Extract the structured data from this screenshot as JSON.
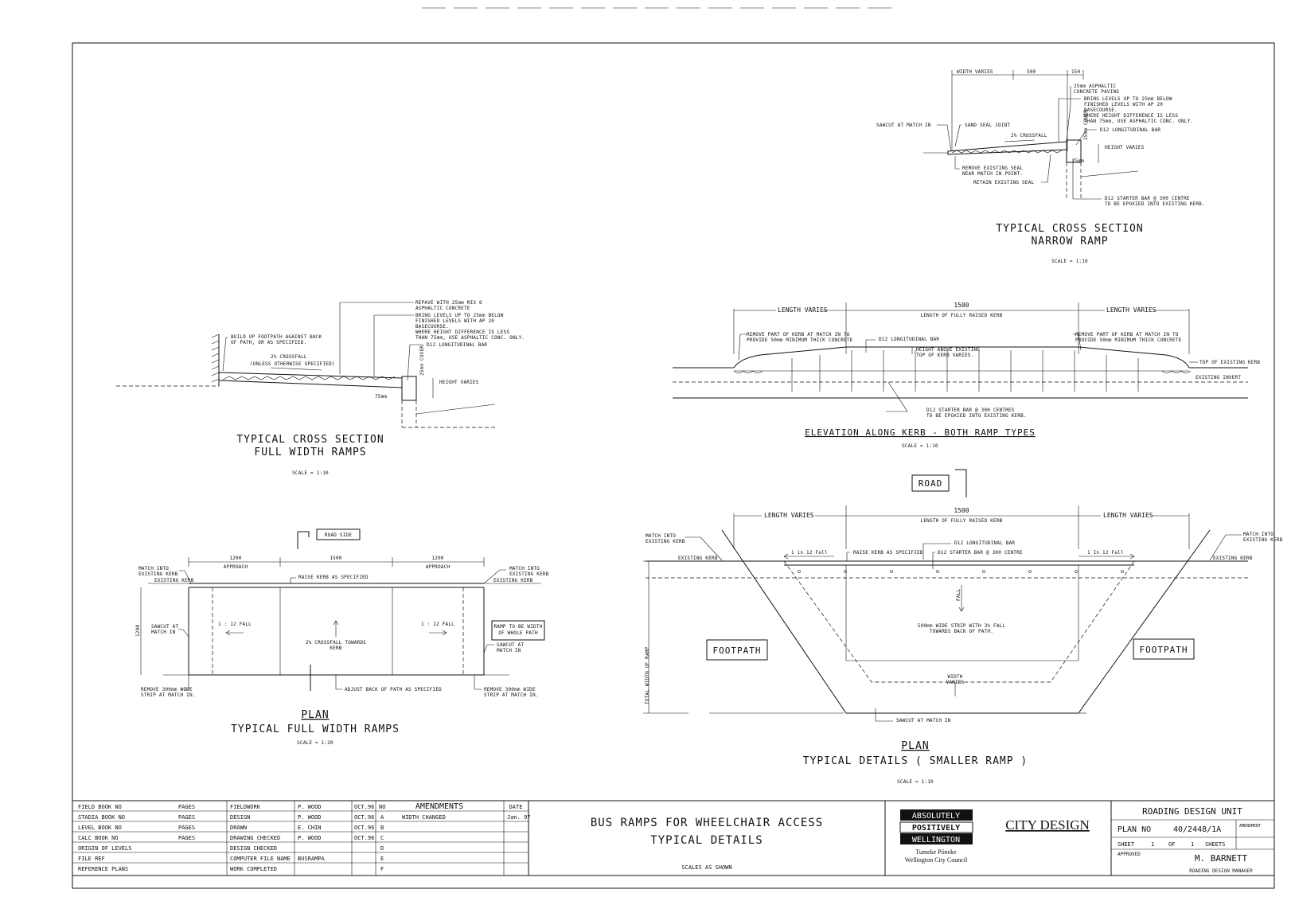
{
  "narrow_ramp": {
    "dim_width": "WIDTH VARIES",
    "dim_500": "500",
    "dim_150": "150",
    "note_asphaltic": "25mm ASPHALTIC",
    "note_asphaltic2": "CONCRETE PAVING",
    "note_bring1": "BRING LEVELS UP TO 25mm BELOW",
    "note_bring2": "FINISHED LEVELS WITH AP 20",
    "note_bring3": "BASECOURSE.",
    "note_bring4": "WHERE HEIGHT DIFFERENCE IS LESS",
    "note_bring5": "THAN 75mm, USE ASPHALTIC CONC. ONLY.",
    "note_bar": "D12 LONGITUDINAL BAR",
    "note_sawcut": "SAWCUT AT MATCH IN",
    "note_sandseal": "SAND SEAL JOINT",
    "note_crossfall": "2% CROSSFALL",
    "note_cover": "25mm COVER",
    "note_height": "HEIGHT VARIES",
    "note_75": "75mm",
    "note_remove1": "REMOVE EXISTING SEAL",
    "note_remove2": "NEAR MATCH IN POINT.",
    "note_retain": "RETAIN EXISTING SEAL",
    "note_starter1": "D12 STARTER BAR @ 300 CENTRE",
    "note_starter2": "TO BE EPOXIED INTO EXISTING KERB.",
    "title1": "TYPICAL CROSS SECTION",
    "title2": "NARROW RAMP",
    "scale": "SCALE = 1:10"
  },
  "full_section": {
    "note_repave1": "REPAVE WITH 25mm MIX 6",
    "note_repave2": "ASPHALTIC CONCRETE",
    "note_bring1": "BRING LEVELS UP TO 25mm BELOW",
    "note_bring2": "FINISHED LEVELS WITH AP 20",
    "note_bring3": "BASECOURSE.",
    "note_bring4": "WHERE HEIGHT DIFFERENCE IS LESS",
    "note_bring5": "THAN 75mm, USE ASPHALTIC CONC. ONLY.",
    "note_bar": "D12 LONGITUDINAL BAR",
    "note_build1": "BUILD UP FOOTPATH AGAINST BACK",
    "note_build2": "OF PATH, OR AS SPECIFIED.",
    "note_crossfall1": "2% CROSSFALL",
    "note_crossfall2": "(UNLESS OTHERWISE SPECIFIED)",
    "note_cover": "25mm COVER",
    "note_height": "HEIGHT VARIES",
    "note_75": "75mm",
    "title1": "TYPICAL CROSS SECTION",
    "title2": "FULL WIDTH RAMPS",
    "scale": "SCALE = 1:10"
  },
  "elevation": {
    "length_left": "LENGTH VARIES",
    "length_right": "LENGTH VARIES",
    "dim_1500": "1500",
    "dim_1500_label": "LENGTH OF FULLY RAISED KERB",
    "note_remove_l1": "REMOVE PART OF KERB AT MATCH IN TO",
    "note_remove_l2": "PROVIDE 50mm MINIMUM THICK CONCRETE",
    "note_remove_r1": "REMOVE PART OF KERB AT MATCH IN TO",
    "note_remove_r2": "PROVIDE 50mm MINIMUM THICK CONCRETE",
    "note_bar": "D12 LONGITUDINAL BAR",
    "note_height1": "HEIGHT ABOVE EXISTING",
    "note_height2": "TOP OF KERB VARIES.",
    "note_top": "TOP OF EXISTING KERB",
    "note_invert": "EXISTING INVERT",
    "note_starter1": "D12 STARTER BAR @ 300 CENTRES",
    "note_starter2": "TO BE EPOXIED INTO EXISTING KERB.",
    "title": "ELEVATION ALONG KERB - BOTH RAMP TYPES",
    "scale": "SCALE = 1:10"
  },
  "plan_full": {
    "road_side": "ROAD SIDE",
    "dim_1200a": "1200",
    "dim_approach_a": "APPROACH",
    "dim_1500": "1500",
    "dim_1200b": "1200",
    "dim_approach_b": "APPROACH",
    "note_match_l1": "MATCH INTO",
    "note_match_l2": "EXISTING KERB",
    "note_existing_l": "EXISTING KERB",
    "note_raise": "RAISE KERB AS SPECIFIED",
    "note_match_r1": "MATCH INTO",
    "note_match_r2": "EXISTING KERB",
    "note_existing_r": "EXISTING KERB",
    "dim_side": "1200",
    "note_sawcut_l1": "SAWCUT AT",
    "note_sawcut_l2": "MATCH IN",
    "fall_left": "1 : 12 FALL",
    "crossfall1": "2% CROSSFALL TOWARDS",
    "crossfall2": "KERB",
    "fall_right": "1 : 12 FALL",
    "note_ramp1": "RAMP TO BE WIDTH",
    "note_ramp2": "OF WHOLE PATH",
    "note_sawcut_r1": "SAWCUT AT",
    "note_sawcut_r2": "MATCH IN",
    "note_remove_l1": "REMOVE 300mm WIDE",
    "note_remove_l2": "STRIP AT MATCH IN.",
    "note_adjust": "ADJUST BACK OF PATH AS SPECIFIED",
    "note_remove_r1": "REMOVE 300mm WIDE",
    "note_remove_r2": "STRIP AT MATCH IN.",
    "title_plan": "PLAN",
    "title": "TYPICAL FULL WIDTH RAMPS",
    "scale": "SCALE = 1:20"
  },
  "plan_small": {
    "road": "ROAD",
    "length_left": "LENGTH VARIES",
    "length_right": "LENGTH VARIES",
    "dim_1500": "1500",
    "dim_1500_label": "LENGTH OF FULLY RAISED KERB",
    "note_match_l1": "MATCH INTO",
    "note_match_l2": "EXISTING KERB",
    "note_match_r1": "MATCH INTO",
    "note_match_r2": "EXISTING KERB",
    "note_bar": "D12 LONGITUDINAL BAR",
    "note_existing_l": "EXISTING KERB",
    "note_existing_r": "EXISTING KERB",
    "fall_left": "1 in 12 Fall",
    "note_raise": "RAISE KERB AS SPECIFIED",
    "note_starter": "D12 STARTER BAR @ 300 CENTRE",
    "fall_right": "1 In 12 Fall",
    "fall_mid": "FALL",
    "dim_total": "TOTAL WIDTH OF RAMP",
    "strip1": "500mm WIDE STRIP WITH 3% FALL",
    "strip2": "TOWARDS BACK OF PATH.",
    "footpath_left": "FOOTPATH",
    "footpath_right": "FOOTPATH",
    "width1": "WIDTH",
    "width2": "VARIES",
    "note_sawcut": "SAWCUT AT MATCH IN",
    "title_plan": "PLAN",
    "title": "TYPICAL DETAILS ( SMALLER RAMP )",
    "scale": "SCALE = 1:10"
  },
  "title_block": {
    "left_rows": [
      {
        "a": "FIELD BOOK NO",
        "b": "PAGES",
        "c": "FIELDWORK",
        "d": "P. WOOD",
        "e": "OCT.96",
        "f": "NO"
      },
      {
        "a": "STADIA BOOK NO",
        "b": "PAGES",
        "c": "DESIGN",
        "d": "P. WOOD",
        "e": "OCT.96",
        "f": "A"
      },
      {
        "a": "LEVEL BOOK NO",
        "b": "PAGES",
        "c": "DRAWN",
        "d": "E. CHIN",
        "e": "OCT.96",
        "f": "B"
      },
      {
        "a": "CALC BOOK NO",
        "b": "PAGES",
        "c": "DRAWING CHECKED",
        "d": "P. WOOD",
        "e": "OCT.96",
        "f": "C"
      },
      {
        "a": "ORIGIN OF LEVELS",
        "b": "",
        "c": "DESIGN CHECKED",
        "d": "",
        "e": "",
        "f": "D"
      },
      {
        "a": "FILE REF",
        "b": "",
        "c": "COMPUTER FILE NAME",
        "d": "BUSRAMPA",
        "e": "",
        "f": "E"
      },
      {
        "a": "REFERENCE PLANS",
        "b": "",
        "c": "WORK COMPLETED",
        "d": "",
        "e": "",
        "f": "F"
      }
    ],
    "amendments_header": "AMENDMENTS",
    "date_header": "DATE",
    "amend_a": "WIDTH CHANGED",
    "amend_a_date": "Jan. 97",
    "project_title1": "BUS RAMPS FOR WHEELCHAIR ACCESS",
    "project_title2": "TYPICAL DETAILS",
    "scales": "SCALES AS SHOWN",
    "logo1": "ABSOLUTELY",
    "logo2": "POSITIVELY",
    "logo3": "WELLINGTON",
    "council1": "Tumeke Pōneke",
    "council2": "Wellington City Council",
    "city_design": "CITY DESIGN",
    "unit": "ROADING DESIGN UNIT",
    "plan_no_label": "PLAN NO",
    "plan_no": "40/2448/1A",
    "amendment_label": "AMENDMENT",
    "sheet_label": "SHEET",
    "sheet_no": "1",
    "of_label": "OF",
    "sheets_total": "1",
    "sheets_label": "SHEETS",
    "approved_label": "APPROVED",
    "approver": "M. BARNETT",
    "approver_role": "ROADING DESIGN MANAGER"
  }
}
